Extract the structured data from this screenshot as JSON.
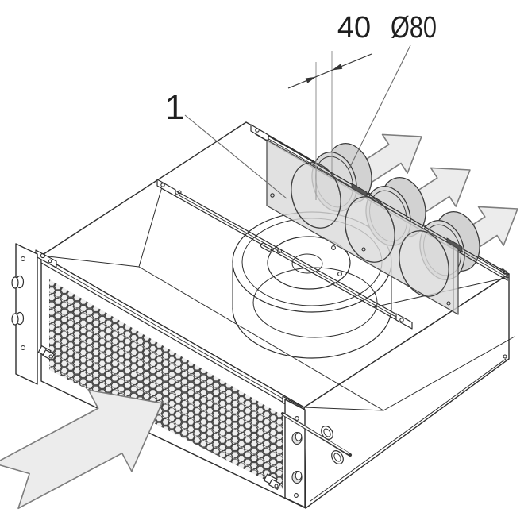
{
  "drawing": {
    "labels": {
      "callout_item": "1",
      "dim_collar_depth": "40",
      "dim_duct_diameter": "Ø80"
    },
    "counts": {
      "duct_collars": 3,
      "exhaust_arrows": 3,
      "intake_arrows": 1
    }
  },
  "icons": {
    "exhaust_airflow": "block-arrow-up-right",
    "intake_airflow": "block-arrow-up-right-notched-tail"
  },
  "colors": {
    "background": "#ffffff",
    "line": "#2e2e2e",
    "face": "#ffffff",
    "mesh_cell": "#efefef",
    "panel": "#d9d9d9",
    "disc": "#d2d2d2",
    "disc_front": "#dadada",
    "arrow": "#ececec",
    "arrow_outline": "#7d7d7d",
    "extension": "#9a9a9a",
    "leader": "#6a6a6a",
    "dim": "#333333",
    "text": "#1f1f1f",
    "hardware": "#555555"
  }
}
